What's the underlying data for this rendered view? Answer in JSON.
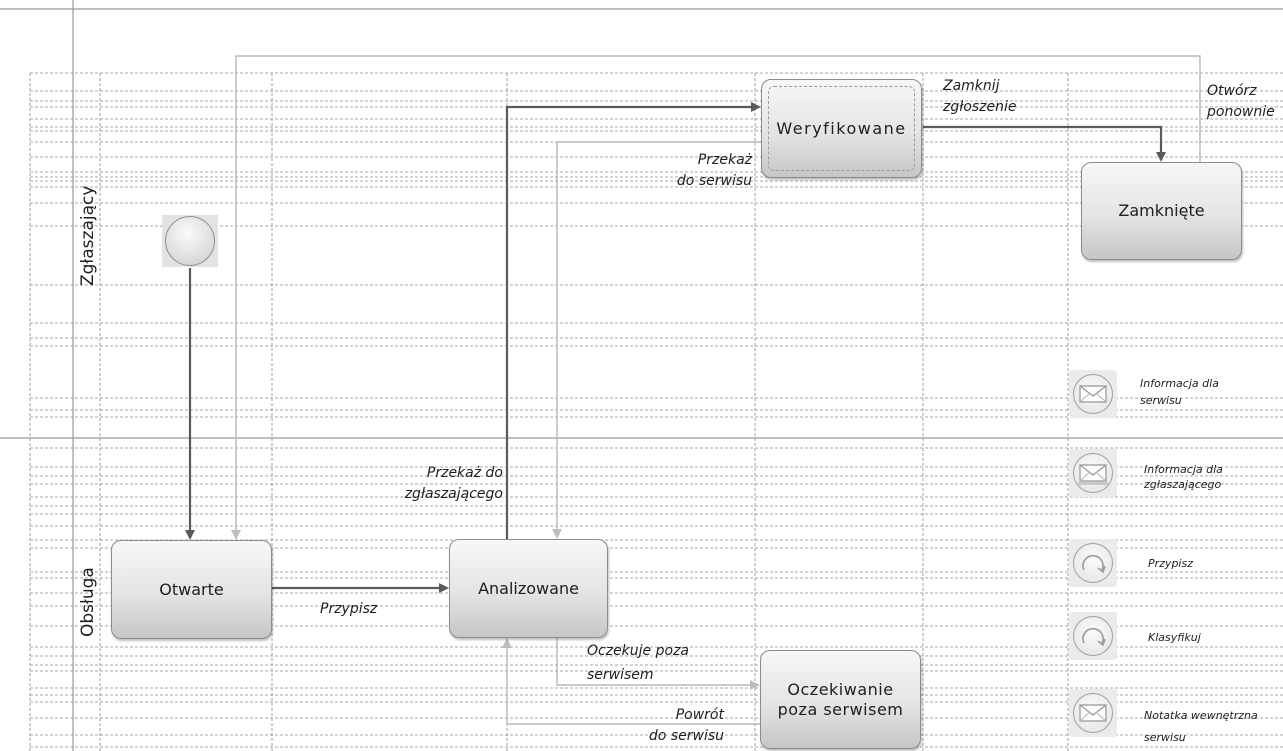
{
  "lanes": {
    "top": "Zgłaszający",
    "bottom": "Obsługa"
  },
  "states": {
    "verified": "Weryfikowane",
    "closed": "Zamknięte",
    "open": "Otwarte",
    "analyzed": "Analizowane",
    "waiting_line1": "Oczekiwanie",
    "waiting_line2": "poza serwisem"
  },
  "transitions": {
    "close_line1": "Zamknij",
    "close_line2": "zgłoszenie",
    "reopen_line1": "Otwórz",
    "reopen_line2": "ponownie",
    "to_service_line1": "Przekaż",
    "to_service_line2": "do serwisu",
    "to_reporter_line1": "Przekaż do",
    "to_reporter_line2": "zgłaszającego",
    "assign": "Przypisz",
    "waits_line1": "Oczekuje poza",
    "waits_line2": "serwisem",
    "return_line1": "Powrót",
    "return_line2": "do serwisu"
  },
  "legend": [
    {
      "icon": "envelope-icon",
      "line1": "Informacja dla",
      "line2": "serwisu"
    },
    {
      "icon": "envelope-icon",
      "line1": "Informacja dla",
      "line2": "zgłaszającego"
    },
    {
      "icon": "cycle-arrow-icon",
      "line1": "Przypisz",
      "line2": ""
    },
    {
      "icon": "cycle-arrow-icon",
      "line1": "Klasyfikuj",
      "line2": ""
    },
    {
      "icon": "envelope-icon",
      "line1": "Notatka wewnętrzna",
      "line2": "serwisu"
    }
  ],
  "colors": {
    "flow_main": "#5a5a5a",
    "flow_secondary": "#b8b8b8",
    "grid_dashes": "#8a8a8a",
    "frame": "#999999"
  }
}
